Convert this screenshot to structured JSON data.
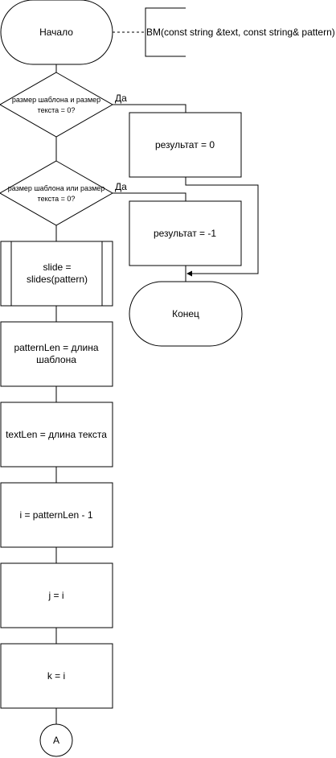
{
  "flowchart": {
    "start_label": "Начало",
    "signature": "BM(const string &text, const string& pattern)",
    "decision1": {
      "line1": "размер шаблона и размер",
      "line2": "текста = 0?",
      "yes_label": "Да"
    },
    "result_zero": "результат = 0",
    "decision2": {
      "line1": "размер шаблона или размер",
      "line2": "текста = 0?",
      "yes_label": "Да"
    },
    "result_minus_one": "результат = -1",
    "end_label": "Конец",
    "slide": {
      "line1": "slide =",
      "line2": "slides(pattern)"
    },
    "pattern_len": {
      "line1": "patternLen = длина",
      "line2": "шаблона"
    },
    "text_len": "textLen = длина текста",
    "i_assign": "i = patternLen - 1",
    "j_assign": "j = i",
    "k_assign": "k = i",
    "connector": "A"
  }
}
